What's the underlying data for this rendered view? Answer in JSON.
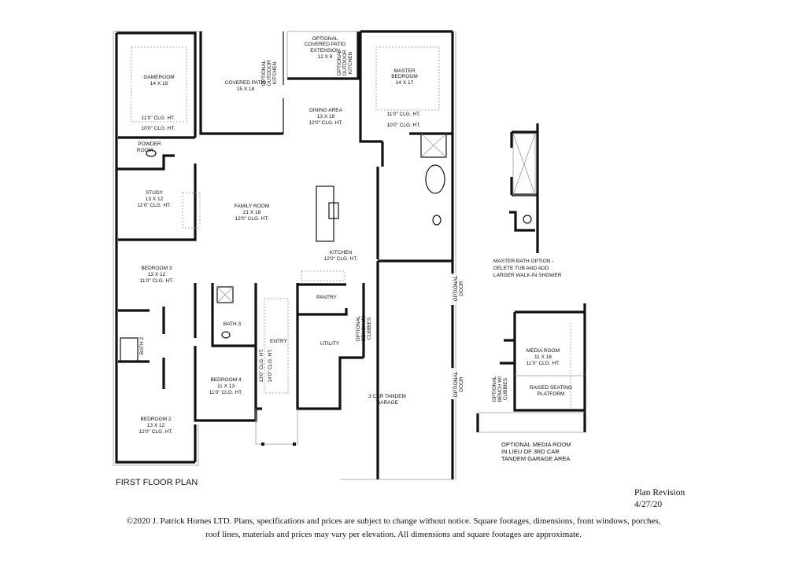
{
  "plan_title": "FIRST FLOOR PLAN",
  "rooms": {
    "gameroom": [
      "GAMEROOM",
      "14 X 18"
    ],
    "gameroom_clg_inner": "11'0\" CLG. HT.",
    "gameroom_clg_outer": "10'0\" CLG. HT.",
    "covered_patio": [
      "COVERED PATIO",
      "15 X 18"
    ],
    "optional_outdoor_kitchen_1": [
      "OPTIONAL",
      "OUTDOOR",
      "KITCHEN"
    ],
    "patio_extension": [
      "OPTIONAL",
      "COVERED PATIO",
      "EXTENSION",
      "12 X 8"
    ],
    "optional_outdoor_kitchen_2": [
      "OPTIONAL",
      "OUTDOOR",
      "KITCHEN"
    ],
    "master_bedroom": [
      "MASTER",
      "BEDROOM",
      "14 X 17"
    ],
    "master_clg_inner": "11'0\" CLG. HT.",
    "master_clg_outer": "10'0\" CLG. HT.",
    "dining_area": [
      "DINING AREA",
      "13 X 18",
      "12'0\" CLG. HT."
    ],
    "powder_room": [
      "POWDER",
      "ROOM"
    ],
    "study": [
      "STUDY",
      "13 X 12",
      "11'0\" CLG. HT."
    ],
    "family_room": [
      "FAMILY ROOM",
      "21 X 18",
      "12'0\" CLG. HT."
    ],
    "kitchen": [
      "KITCHEN",
      "12'0\" CLG. HT."
    ],
    "bedroom_3": [
      "BEDROOM 3",
      "13 X 12",
      "11'0\" CLG. HT."
    ],
    "pantry": "PANTRY",
    "bath_3": "BATH 3",
    "bath_2": "BATH 2",
    "entry": "ENTRY",
    "entry_clg_1": "13'0\" CLG. HT.",
    "entry_clg_2": "14'0\" CLG. HT.",
    "utility": "UTILITY",
    "optional_bench": [
      "OPTIONAL",
      "BENCH W/",
      "CUBBIES"
    ],
    "bedroom_4": [
      "BEDROOM 4",
      "11 X 13",
      "11'0\" CLG. HT."
    ],
    "bedroom_2": [
      "BEDROOM 2",
      "13 X 12",
      "12'0\" CLG. HT."
    ],
    "garage": [
      "3 CAR TANDEM",
      "GARAGE"
    ],
    "optional_door_1": [
      "OPTIONAL",
      "DOOR"
    ],
    "optional_door_2": [
      "OPTIONAL",
      "DOOR"
    ]
  },
  "options": {
    "master_bath_caption": [
      "MASTER BATH OPTION -",
      "DELETE TUB AND ADD",
      "LARGER WALK-IN SHOWER"
    ],
    "media_room": [
      "MEDIA ROOM",
      "11 X 16",
      "11'0\" CLG. HT."
    ],
    "raised_seating": [
      "RAISED SEATING",
      "PLATFORM"
    ],
    "media_bench": [
      "OPTIONAL",
      "BENCH W/",
      "CUBBIES"
    ],
    "media_caption": [
      "OPTIONAL MEDIA ROOM",
      "IN LIEU OF 3RD CAR",
      "TANDEM GARAGE AREA"
    ]
  },
  "revision": {
    "label": "Plan Revision",
    "date": "4/27/20"
  },
  "disclaimer": [
    "©2020 J. Patrick Homes LTD.  Plans, specifications and prices are subject to change without notice.  Square footages, dimensions, front windows, porches,",
    "roof lines, materials and prices may vary per elevation.   All dimensions and square footages are approximate."
  ]
}
